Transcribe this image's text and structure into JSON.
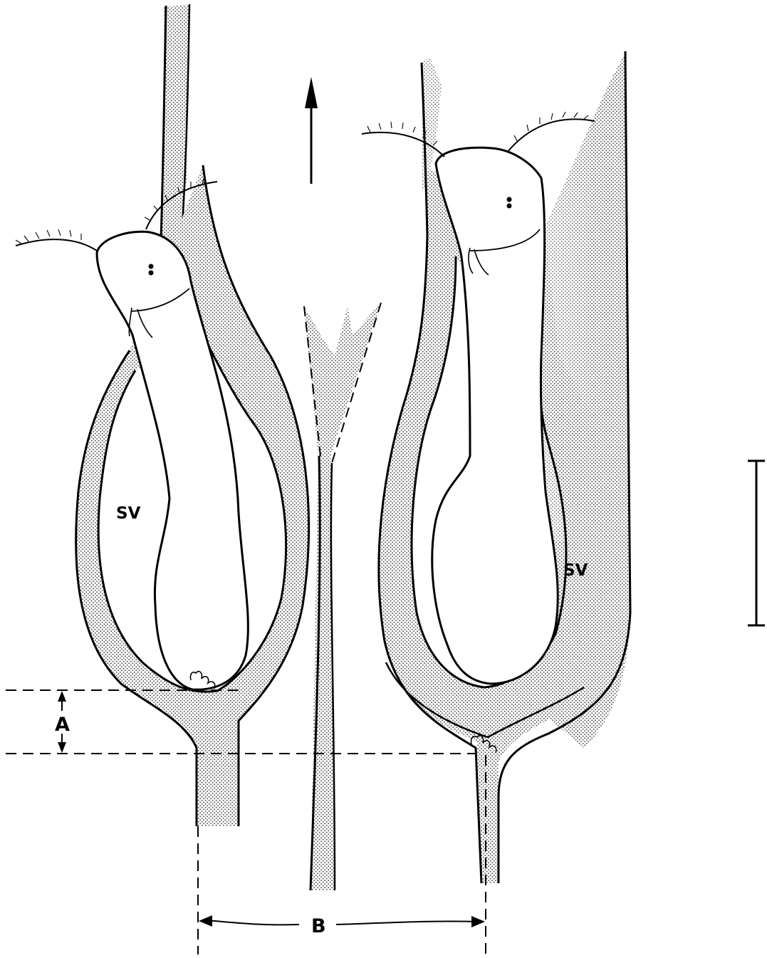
{
  "figure": {
    "labels": {
      "left_vesicle": "SV",
      "right_vesicle": "SV",
      "dimension_a": "A",
      "dimension_b": "B"
    },
    "colors": {
      "ink": "#000000",
      "stipple": "#9a9a9a",
      "background": "#ffffff"
    },
    "icons": {
      "direction_arrow": "up-arrow-icon",
      "scale_bar": "scale-bar-icon"
    }
  }
}
